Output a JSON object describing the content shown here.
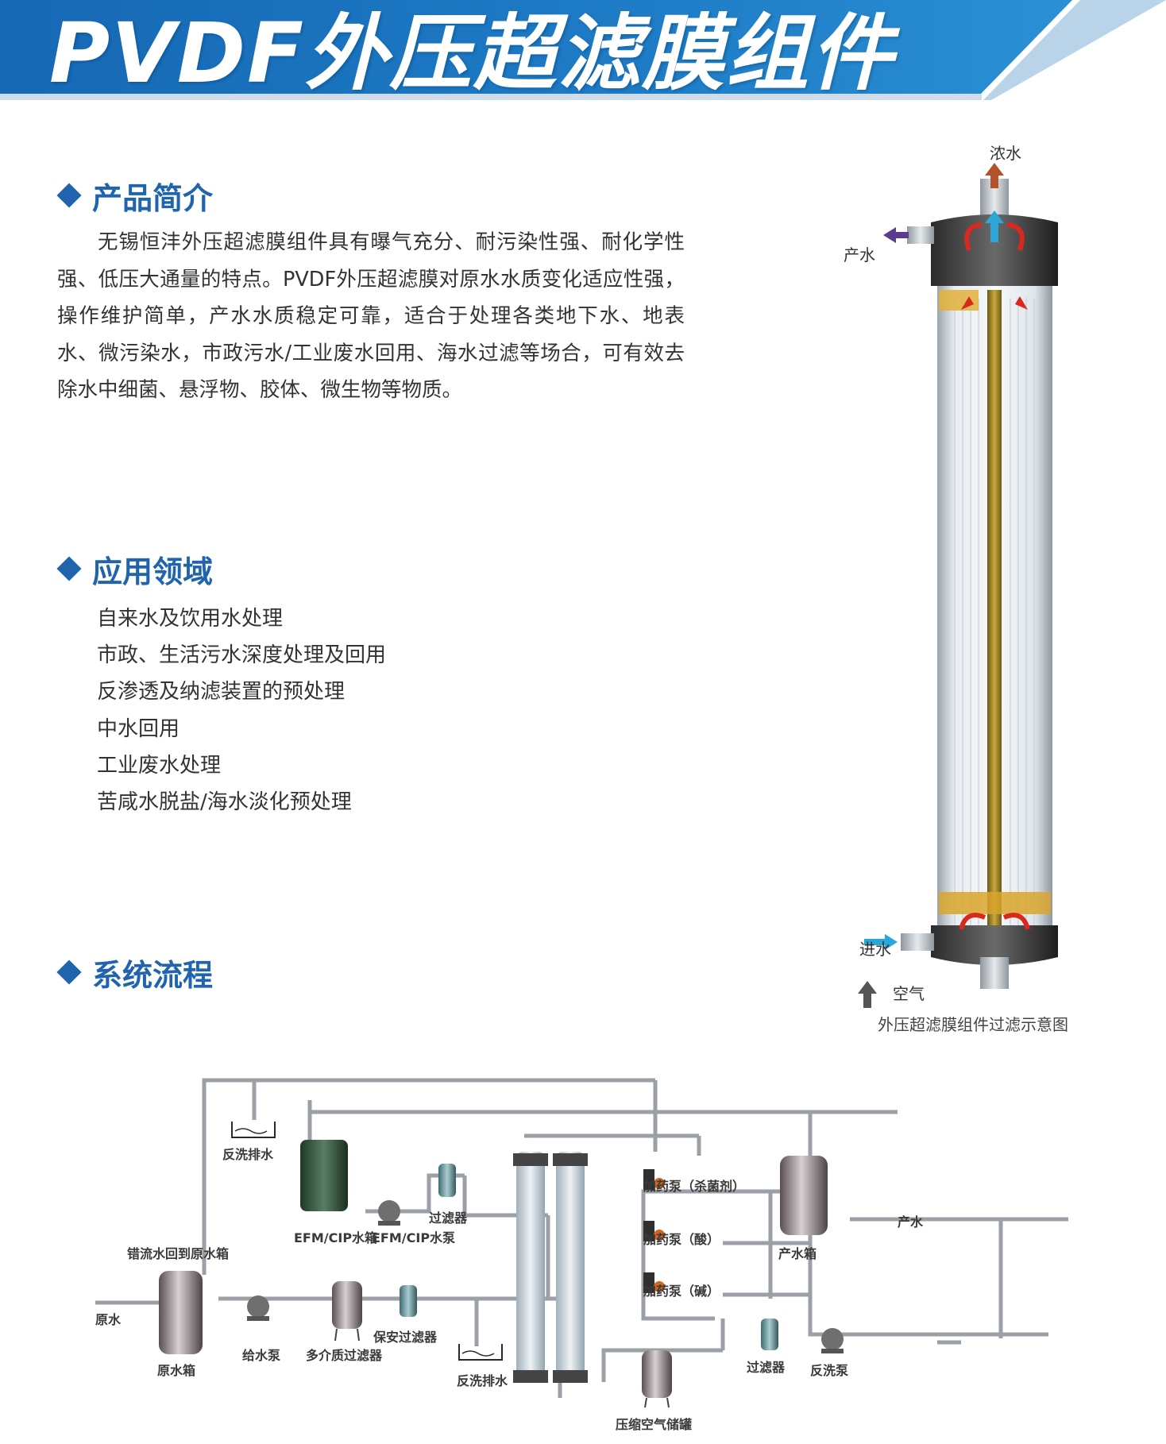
{
  "banner": {
    "title": "PVDF外压超滤膜组件"
  },
  "sections": {
    "intro_heading": "产品简介",
    "intro_text": "无锡恒沣外压超滤膜组件具有曝气充分、耐污染性强、耐化学性强、低压大通量的特点。PVDF外压超滤膜对原水水质变化适应性强，操作维护简单，产水水质稳定可靠，适合于处理各类地下水、地表水、微污染水，市政污水/工业废水回用、海水过滤等场合，可有效去除水中细菌、悬浮物、胶体、微生物等物质。",
    "apps_heading": "应用领域",
    "apps": [
      "自来水及饮用水处理",
      "市政、生活污水深度处理及回用",
      "反渗透及纳滤装置的预处理",
      "中水回用",
      "工业废水处理",
      "苦咸水脱盐/海水淡化预处理"
    ],
    "flow_heading": "系统流程"
  },
  "module": {
    "labels": {
      "concentrate": "浓水",
      "product": "产水",
      "feed": "进水",
      "air": "空气"
    },
    "caption": "外压超滤膜组件过滤示意图"
  },
  "flow": {
    "labels": {
      "backwash_drain_top": "反洗排水",
      "crossflow_return": "错流水回到原水箱",
      "efm_tank": "EFM/CIP水箱",
      "efm_pump": "EFM/CIP水泵",
      "filter_top": "过滤器",
      "dosing_bactericide": "加药泵（杀菌剂）",
      "dosing_acid": "加药泵（酸）",
      "dosing_alkali": "加药泵（碱）",
      "product_tank": "产水箱",
      "product_out": "产水",
      "raw_water": "原水",
      "raw_tank": "原水箱",
      "feed_pump": "给水泵",
      "multimedia_filter": "多介质过滤器",
      "security_filter": "保安过滤器",
      "backwash_drain_bottom": "反洗排水",
      "air_tank": "压缩空气储罐",
      "filter_bottom": "过滤器",
      "backwash_pump": "反洗泵"
    }
  },
  "colors": {
    "banner_blue": "#1e78c2",
    "heading_blue": "#1f64ad",
    "arrow_red": "#d9281e",
    "arrow_blue": "#2aa6d8",
    "arrow_purple": "#5a3d8f",
    "arrow_brown": "#b5522c"
  }
}
